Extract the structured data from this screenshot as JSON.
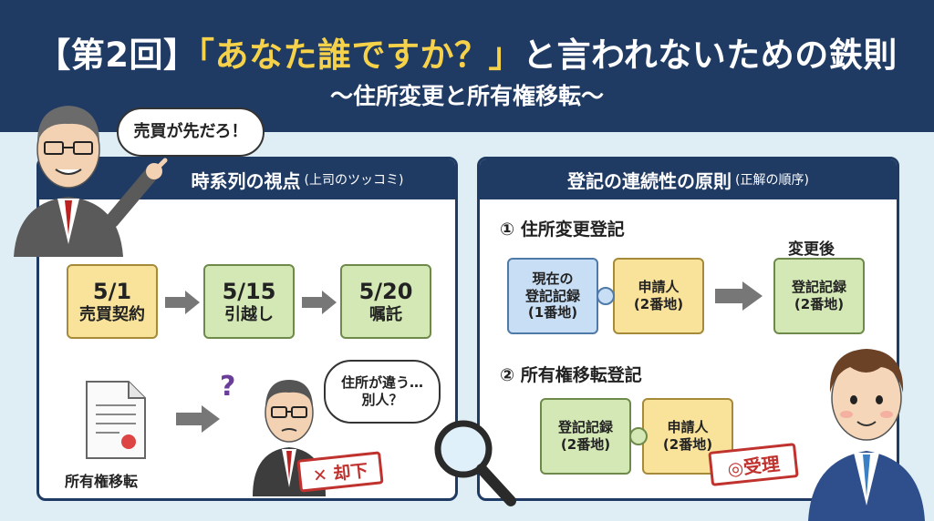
{
  "header": {
    "title_prefix": "【第2回】",
    "title_quote": "「あなた誰ですか？」",
    "title_suffix": "と言われないための鉄則",
    "subtitle": "〜住所変更と所有権移転〜"
  },
  "boss_bubble": "売買が先だろ！",
  "left_panel": {
    "heading": "時系列の視点",
    "heading_note": "(上司のツッコミ)",
    "timeline": [
      {
        "date": "5/1",
        "event": "売買契約"
      },
      {
        "date": "5/15",
        "event": "引越し"
      },
      {
        "date": "5/20",
        "event": "嘱託"
      }
    ],
    "document_label": "所有権移転",
    "question_mark": "?",
    "clerk_bubble_line1": "住所が違う…",
    "clerk_bubble_line2": "別人？",
    "reject_stamp": "✕ 却下"
  },
  "right_panel": {
    "heading": "登記の連続性の原則",
    "heading_note": "(正解の順序)",
    "step1_title": "① 住所変更登記",
    "step1_piece_a": [
      "現在の",
      "登記記録",
      "(1番地)"
    ],
    "step1_piece_b": [
      "申請人",
      "(2番地)"
    ],
    "after_label": "変更後",
    "after_box": [
      "登記記録",
      "(2番地)"
    ],
    "step2_title": "② 所有権移転登記",
    "step2_piece_a": [
      "登記記録",
      "(2番地)"
    ],
    "step2_piece_b": [
      "申請人",
      "(2番地)"
    ],
    "accept_stamp": "◎受理"
  },
  "colors": {
    "navy": "#1f3a63",
    "yellow_box": "#f9e39a",
    "green_box": "#d4e8b5",
    "blue_box": "#c7def5",
    "stamp_red": "#c0322e",
    "title_highlight": "#f6d24a"
  }
}
